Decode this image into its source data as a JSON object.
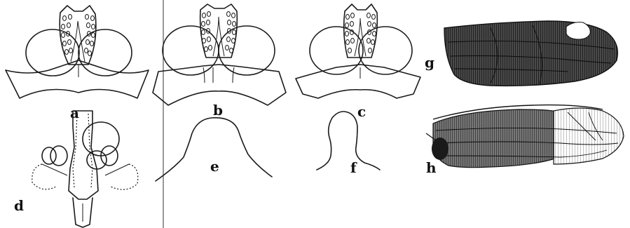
{
  "figures": [
    {
      "id": "a",
      "label": "a"
    },
    {
      "id": "b",
      "label": "b"
    },
    {
      "id": "c",
      "label": "c"
    },
    {
      "id": "d",
      "label": "d"
    },
    {
      "id": "e",
      "label": "e"
    },
    {
      "id": "f",
      "label": "f"
    },
    {
      "id": "g",
      "label": "g"
    },
    {
      "id": "h",
      "label": "h"
    }
  ],
  "colors": {
    "ink": "#1a1a1a",
    "wing_dark": "#3a3a3a",
    "wing_light": "#ffffff"
  }
}
